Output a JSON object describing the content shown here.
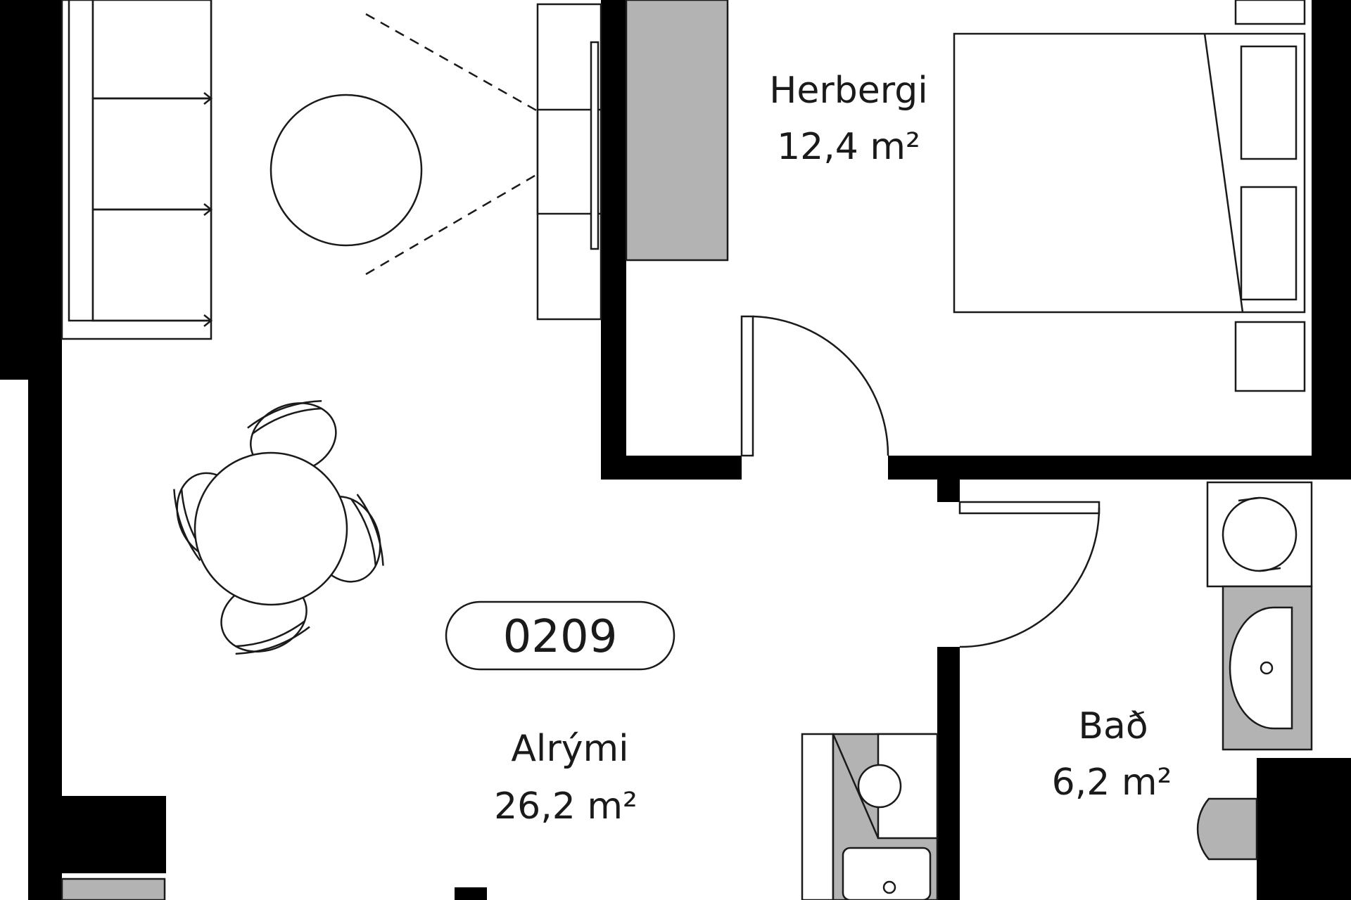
{
  "unit": {
    "id": "0209"
  },
  "rooms": [
    {
      "key": "herbergi",
      "name": "Herbergi",
      "area": "12,4 m²"
    },
    {
      "key": "alrymi",
      "name": "Alrými",
      "area": "26,2 m²"
    },
    {
      "key": "bad",
      "name": "Bað",
      "area": "6,2 m²"
    }
  ],
  "colors": {
    "wall": "#000000",
    "fixture_grey": "#b3b3b3",
    "line": "#1a1a1a",
    "background": "#ffffff"
  }
}
